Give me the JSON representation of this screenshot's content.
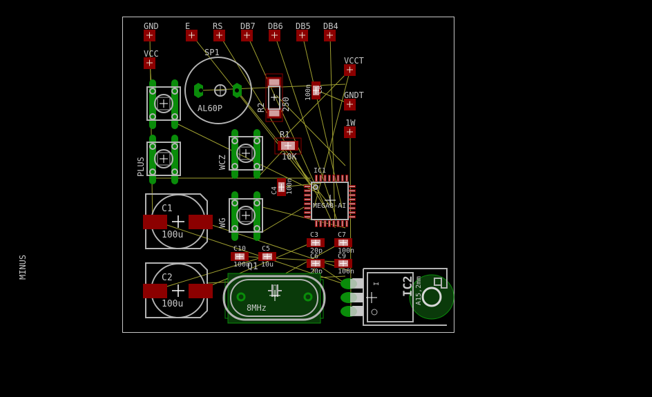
{
  "colors": {
    "background": "#000000",
    "outline": "#c8c8c8",
    "silk": "#b4b4b4",
    "smd_pad": "#8c0000",
    "smd_pad_inner": "#d2a0a0",
    "tht_pad": "#0a8c0a",
    "airwire": "#a0a030",
    "keepout": "#0a8c0a"
  },
  "connector_pads": [
    {
      "label": "GND"
    },
    {
      "label": "E"
    },
    {
      "label": "RS"
    },
    {
      "label": "DB7"
    },
    {
      "label": "DB6"
    },
    {
      "label": "DB5"
    },
    {
      "label": "DB4"
    },
    {
      "label": "VCC"
    },
    {
      "label": "VCCT"
    },
    {
      "label": "GNDT"
    },
    {
      "label": "1W"
    }
  ],
  "buzzer": {
    "name": "SP1",
    "value": "AL60P"
  },
  "buttons": [
    {
      "name": "MINUS",
      "pins": [
        "1",
        "2",
        "3",
        "4"
      ]
    },
    {
      "name": "PLUS",
      "pins": [
        "1",
        "2",
        "3",
        "4"
      ]
    },
    {
      "name": "WCZ",
      "pins": [
        "1",
        "2",
        "3",
        "4"
      ]
    },
    {
      "name": "WG",
      "pins": [
        "1",
        "2",
        "3",
        "4"
      ]
    }
  ],
  "resistors": [
    {
      "name": "R2",
      "value": "250"
    },
    {
      "name": "R1",
      "value": "10K"
    }
  ],
  "capacitors_smd": [
    {
      "name": "C8",
      "value": "100n"
    },
    {
      "name": "C4",
      "value": "100n"
    },
    {
      "name": "C3",
      "value": "20p"
    },
    {
      "name": "C7",
      "value": "100n"
    },
    {
      "name": "C6",
      "value": "20p"
    },
    {
      "name": "C9",
      "value": "100n"
    },
    {
      "name": "C10",
      "value": "100n"
    },
    {
      "name": "C5",
      "value": "10u"
    }
  ],
  "capacitors_elec": [
    {
      "name": "C1",
      "value": "100u"
    },
    {
      "name": "C2",
      "value": "100u"
    }
  ],
  "ic1": {
    "name": "IC1",
    "value": "MEGA8-AI"
  },
  "crystal": {
    "name": "Q1",
    "value": "8MHz"
  },
  "regulator": {
    "name": "IC2",
    "heatsink": "A15,2mm",
    "pin_marks": [
      "I",
      "O"
    ]
  }
}
